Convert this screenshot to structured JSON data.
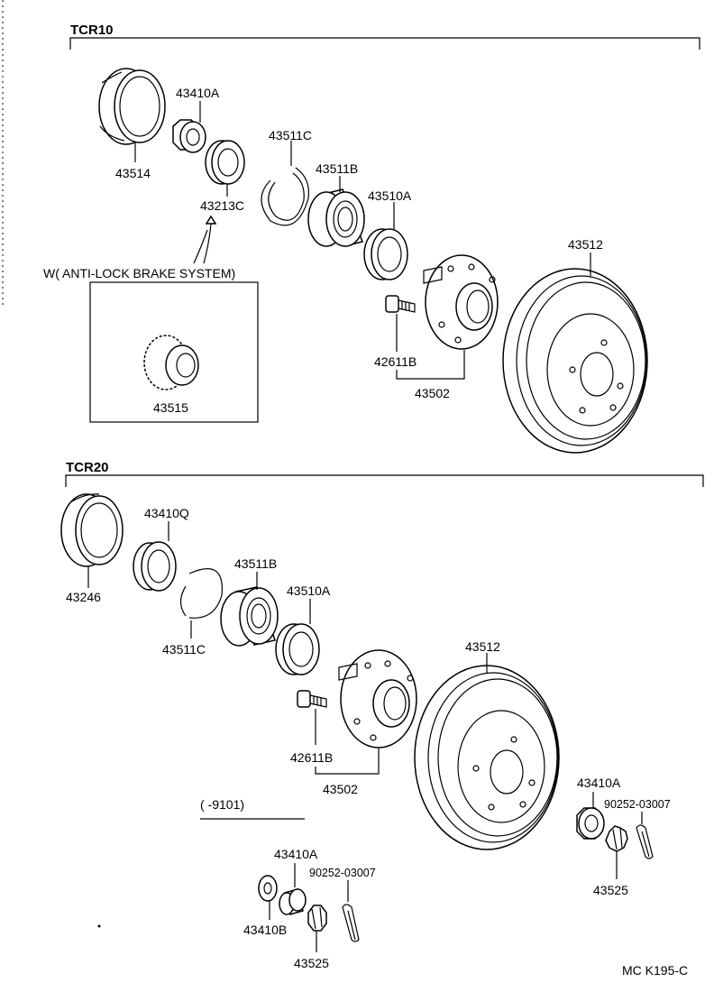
{
  "sections": {
    "tcr10": {
      "title": "TCR10",
      "labels": {
        "p43514": "43514",
        "p43410a": "43410A",
        "p43213c": "43213C",
        "p43511c": "43511C",
        "p43511b": "43511B",
        "p43510a": "43510A",
        "p43512": "43512",
        "p42611b": "42611B",
        "p43502": "43502"
      },
      "abs_box": {
        "title": "W( ANTI-LOCK  BRAKE  SYSTEM)",
        "part": "43515"
      }
    },
    "tcr20": {
      "title": "TCR20",
      "labels": {
        "p43246": "43246",
        "p43410q": "43410Q",
        "p43511c": "43511C",
        "p43511b": "43511B",
        "p43510a": "43510A",
        "p43512": "43512",
        "p42611b": "42611B",
        "p43502": "43502",
        "p43410a_right": "43410A",
        "p90252_right": "90252-03007",
        "p43525_right": "43525",
        "range_note": "(      -9101)",
        "p43410a_low": "43410A",
        "p90252_low": "90252-03007",
        "p43410b": "43410B",
        "p43525_low": "43525"
      }
    }
  },
  "footer_code": "MC K195-C"
}
